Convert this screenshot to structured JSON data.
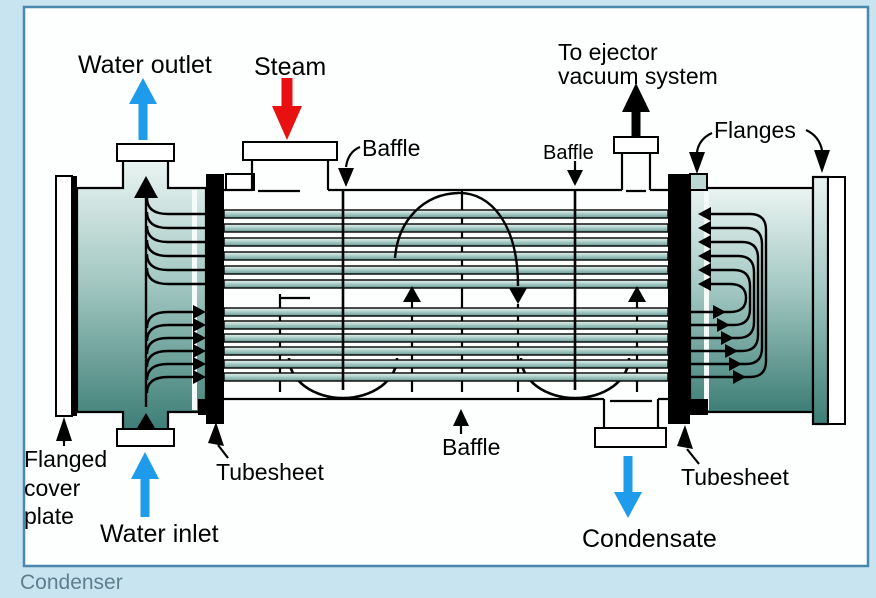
{
  "window": {
    "background_color": "#c9e4f1",
    "panel_border_color": "#4a88ac",
    "caption": "Condenser"
  },
  "colors": {
    "water_arrow_blue": "#1e9ceb",
    "steam_arrow_red": "#e81010",
    "vapor_arrow_black": "#000000",
    "tube_teal_dark": "#679c95",
    "waterbox_teal_dark": "#3d7e76",
    "waterbox_teal_light": "#eaf4f2"
  },
  "labels": {
    "water_outlet": "Water outlet",
    "steam": "Steam",
    "ejector_line1": "To ejector",
    "ejector_line2": "vacuum system",
    "flanges": "Flanges",
    "baffle_top_left": "Baffle",
    "baffle_top_right": "Baffle",
    "baffle_bottom": "Baffle",
    "tubesheet_left": "Tubesheet",
    "tubesheet_right": "Tubesheet",
    "flanged_cover_line1": "Flanged",
    "flanged_cover_line2": "cover",
    "flanged_cover_line3": "plate",
    "water_inlet": "Water inlet",
    "condensate": "Condensate"
  }
}
